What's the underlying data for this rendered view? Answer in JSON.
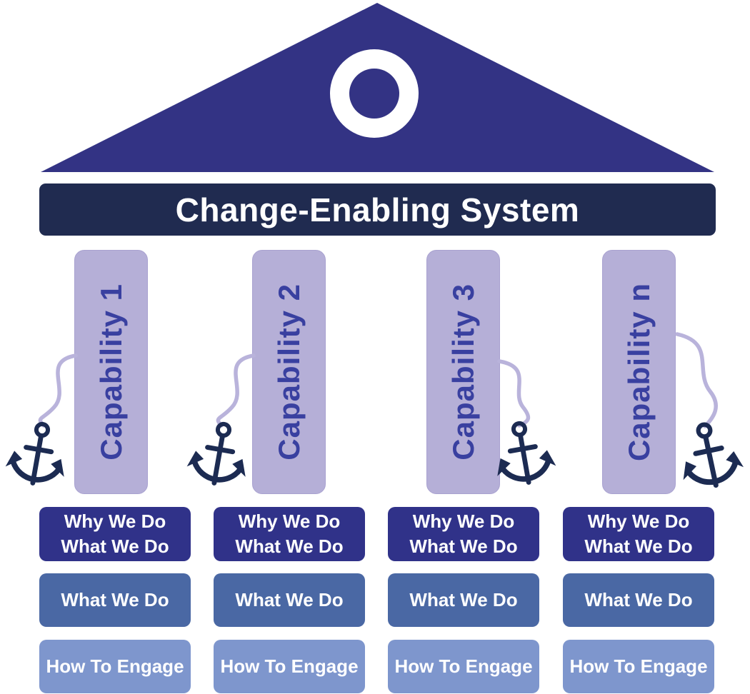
{
  "title": "Change-Enabling System",
  "columns": [
    {
      "pillar_label": "Capability 1",
      "boxes": [
        {
          "label": "Why We Do\nWhat We Do"
        },
        {
          "label": "What We Do"
        },
        {
          "label": "How To Engage"
        }
      ]
    },
    {
      "pillar_label": "Capability 2",
      "boxes": [
        {
          "label": "Why We Do\nWhat We Do"
        },
        {
          "label": "What We Do"
        },
        {
          "label": "How To Engage"
        }
      ]
    },
    {
      "pillar_label": "Capability 3",
      "boxes": [
        {
          "label": "Why We Do\nWhat We Do"
        },
        {
          "label": "What We Do"
        },
        {
          "label": "How To Engage"
        }
      ]
    },
    {
      "pillar_label": "Capability n",
      "boxes": [
        {
          "label": "Why We Do\nWhat We Do"
        },
        {
          "label": "What We Do"
        },
        {
          "label": "How To Engage"
        }
      ]
    }
  ],
  "icons": {
    "pediment": "roof-triangle-icon",
    "ornament": "ring-icon",
    "anchor": "anchor-icon",
    "rope": "rope-line"
  },
  "colors": {
    "roof": "#333384",
    "banner": "#202b50",
    "pillar": "#b5afd7",
    "pillar_text": "#3940a0",
    "rope": "#b9b3db",
    "anchor": "#1c2b52",
    "box_why": "#303289",
    "box_what": "#4a68a4",
    "box_engage": "#7e96cd",
    "background": "#ffffff",
    "text_light": "#ffffff"
  }
}
